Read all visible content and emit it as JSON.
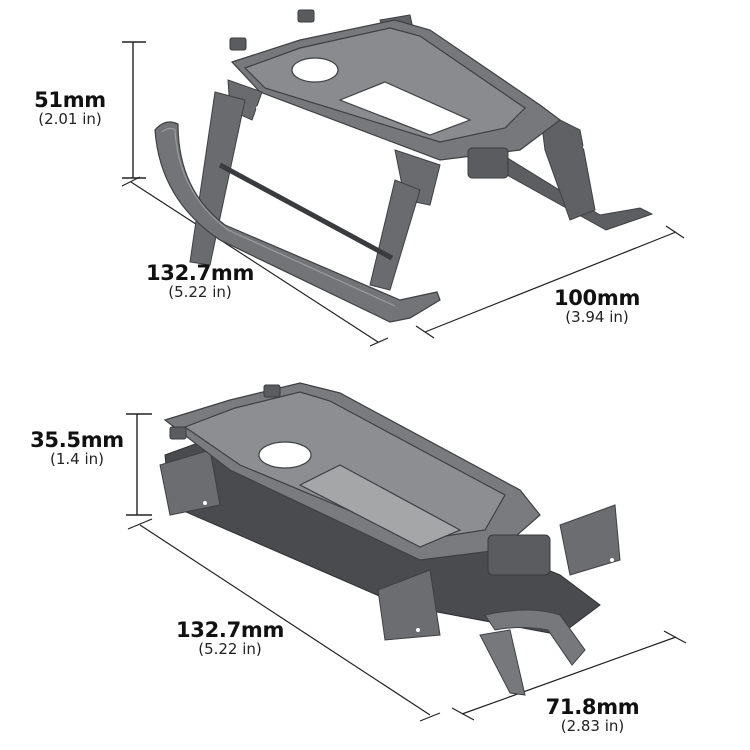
{
  "diagram": {
    "subject": "Drone landing gear — extended and folded dimension views",
    "colors": {
      "part": "#6e6f72",
      "part_light": "#9a9b9e",
      "part_dark": "#3f4043",
      "dim_line": "#222222",
      "background": "#ffffff"
    },
    "views": [
      {
        "name": "extended",
        "dimensions": {
          "height": {
            "mm": "51mm",
            "in": "(2.01 in)"
          },
          "length": {
            "mm": "132.7mm",
            "in": "(5.22 in)"
          },
          "width": {
            "mm": "100mm",
            "in": "(3.94 in)"
          }
        }
      },
      {
        "name": "folded",
        "dimensions": {
          "height": {
            "mm": "35.5mm",
            "in": "(1.4 in)"
          },
          "length": {
            "mm": "132.7mm",
            "in": "(5.22 in)"
          },
          "width": {
            "mm": "71.8mm",
            "in": "(2.83 in)"
          }
        }
      }
    ]
  }
}
